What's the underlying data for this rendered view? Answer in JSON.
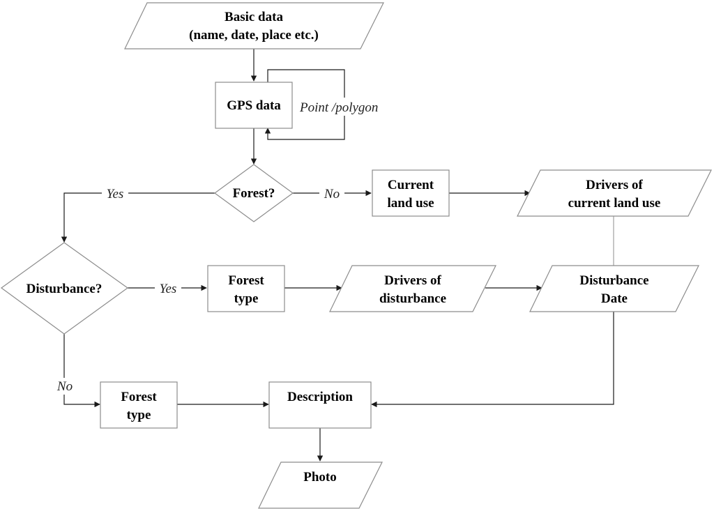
{
  "nodes": {
    "basic_data": {
      "line1": "Basic data",
      "line2": "(name, date, place etc.)"
    },
    "gps_data": {
      "line1": "GPS data"
    },
    "forest_decision": {
      "line1": "Forest?"
    },
    "current_land_use": {
      "line1": "Current",
      "line2": "land use"
    },
    "drivers_current_land_use": {
      "line1": "Drivers of",
      "line2": "current land use"
    },
    "disturbance_decision": {
      "line1": "Disturbance?"
    },
    "forest_type_yes": {
      "line1": "Forest",
      "line2": "type"
    },
    "drivers_disturbance": {
      "line1": "Drivers of",
      "line2": "disturbance"
    },
    "disturbance_date": {
      "line1": "Disturbance",
      "line2": "Date"
    },
    "forest_type_no": {
      "line1": "Forest",
      "line2": "type"
    },
    "description": {
      "line1": "Description"
    },
    "photo": {
      "line1": "Photo"
    }
  },
  "edge_labels": {
    "gps_loop": "Point /polygon",
    "forest_yes": "Yes",
    "forest_no": "No",
    "disturbance_yes": "Yes",
    "disturbance_no": "No"
  }
}
